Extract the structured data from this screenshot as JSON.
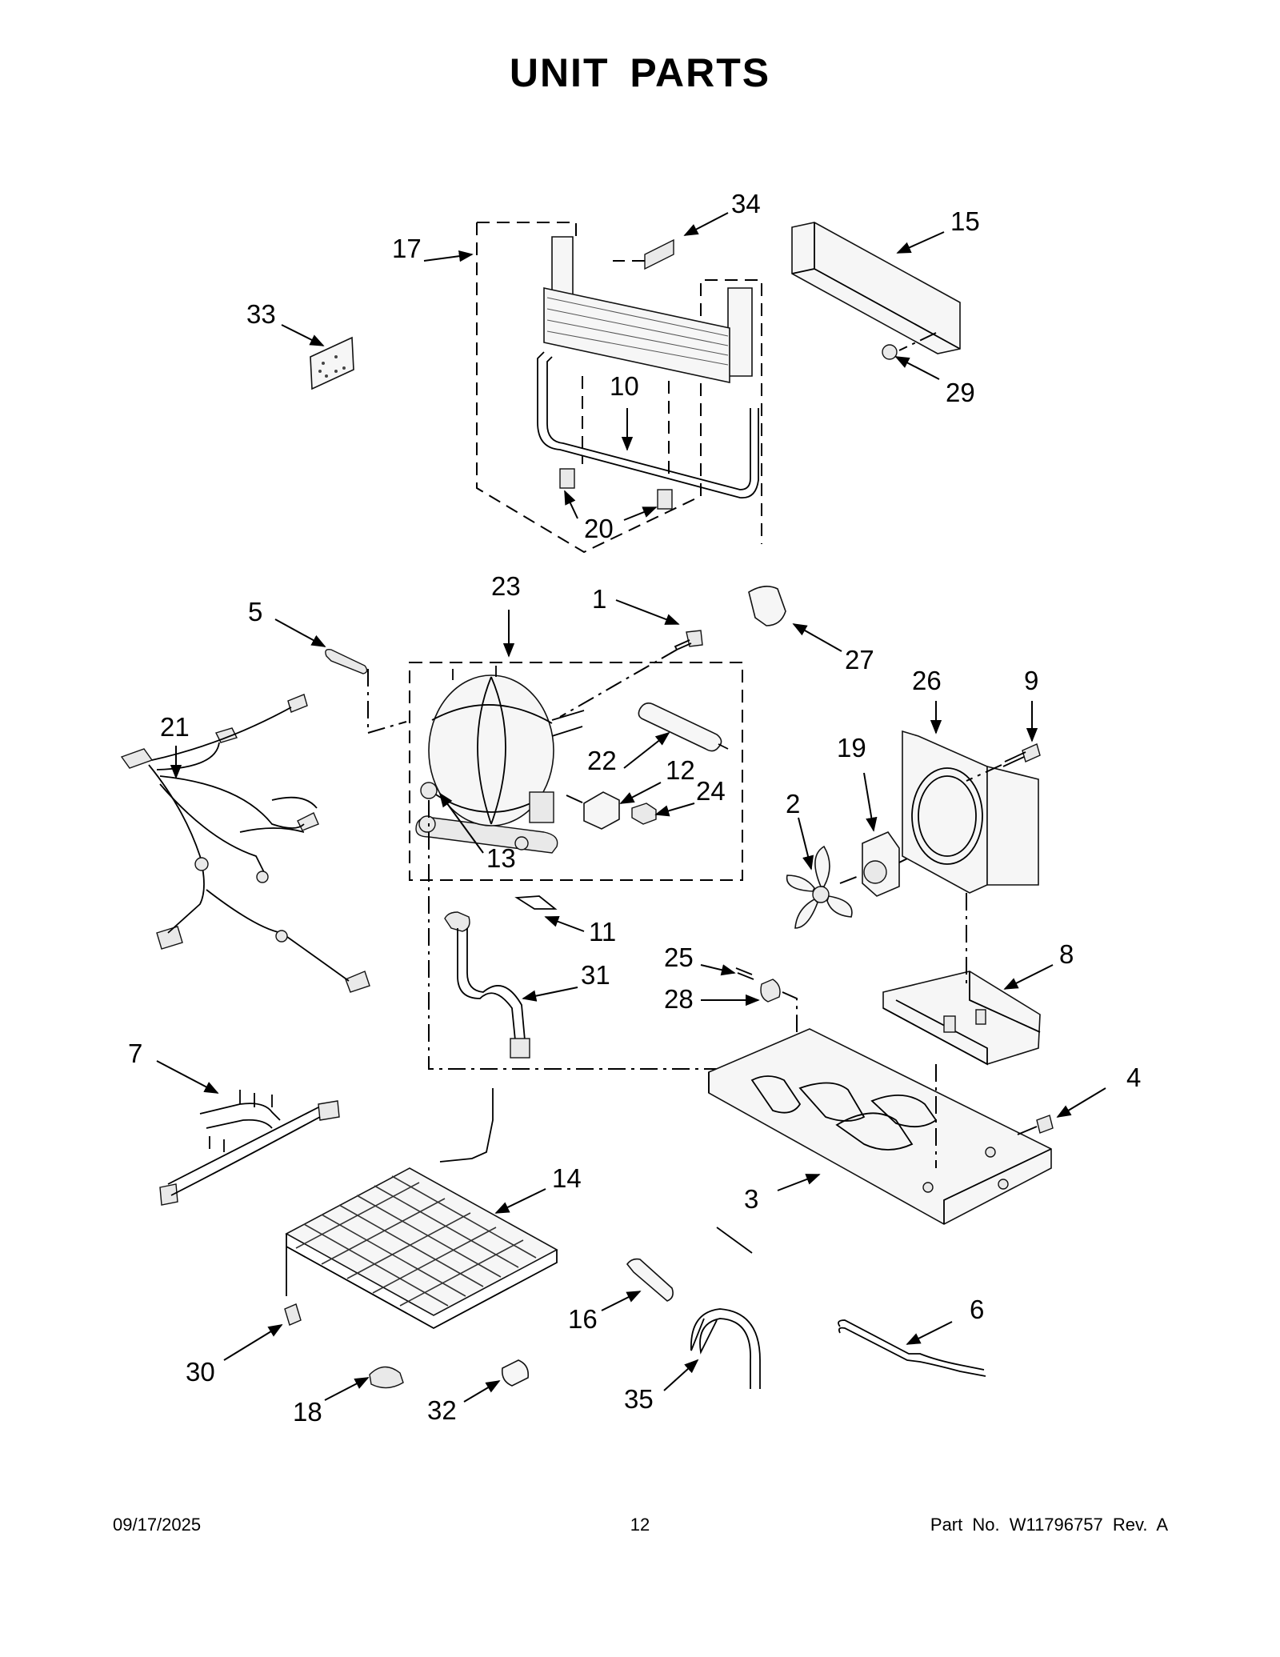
{
  "title": "UNIT PARTS",
  "footer": {
    "date": "09/17/2025",
    "page": "12",
    "part": "Part No.  W11796757  Rev.  A"
  },
  "callouts": [
    "1",
    "2",
    "3",
    "4",
    "5",
    "6",
    "7",
    "8",
    "9",
    "10",
    "11",
    "12",
    "13",
    "14",
    "15",
    "16",
    "17",
    "18",
    "19",
    "20",
    "21",
    "22",
    "23",
    "24",
    "25",
    "26",
    "27",
    "28",
    "29",
    "30",
    "31",
    "32",
    "33",
    "34",
    "35"
  ]
}
